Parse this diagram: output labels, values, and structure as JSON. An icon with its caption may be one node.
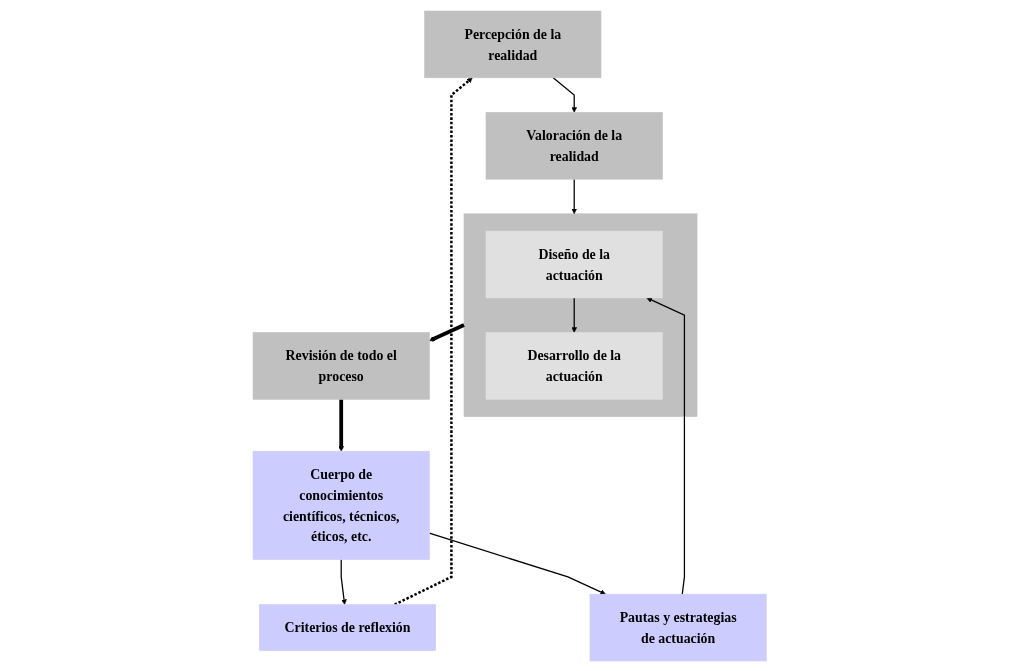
{
  "diagram": {
    "nodes": [
      {
        "text": [
          "Percepción de la realidad"
        ]
      },
      {
        "text": [
          "Cuerpo de conocimientos científicos, técnicos, éticos, etc."
        ]
      },
      {
        "text": [
          "Valoración de la realidad"
        ]
      },
      {
        "text": [
          "Criterios de reflexión"
        ]
      },
      {
        "text": [],
        "shape": "box"
      },
      {
        "text": [
          "Diseño de la actuación"
        ],
        "in": 4
      },
      {
        "text": [
          "Pautas y estrategias de actuación"
        ]
      },
      {
        "text": [
          "Desarrollo de la actuación"
        ],
        "in": 4
      },
      {
        "text": [
          "Revisión de todo el proceso"
        ]
      }
    ],
    "edges": [
      {
        "from": 0,
        "to": 2,
        "arrow": "to"
      },
      {
        "from": 2,
        "to": 4,
        "arrow": "to"
      },
      {
        "from": 3,
        "to": 0,
        "arrow": "to",
        "style": "dashed"
      },
      {
        "from": 1,
        "to": 3,
        "arrow": "to"
      },
      {
        "from": 1,
        "to": 6,
        "arrow": "to"
      },
      {
        "from": 6,
        "to": 5,
        "arrow": "to"
      },
      {
        "from": 5,
        "to": 7,
        "arrow": "to"
      },
      {
        "from": 4,
        "to": 8,
        "arrow": "to",
        "style": "thick"
      },
      {
        "from": 8,
        "to": 1,
        "arrow": "to",
        "style": "thick"
      }
    ]
  }
}
